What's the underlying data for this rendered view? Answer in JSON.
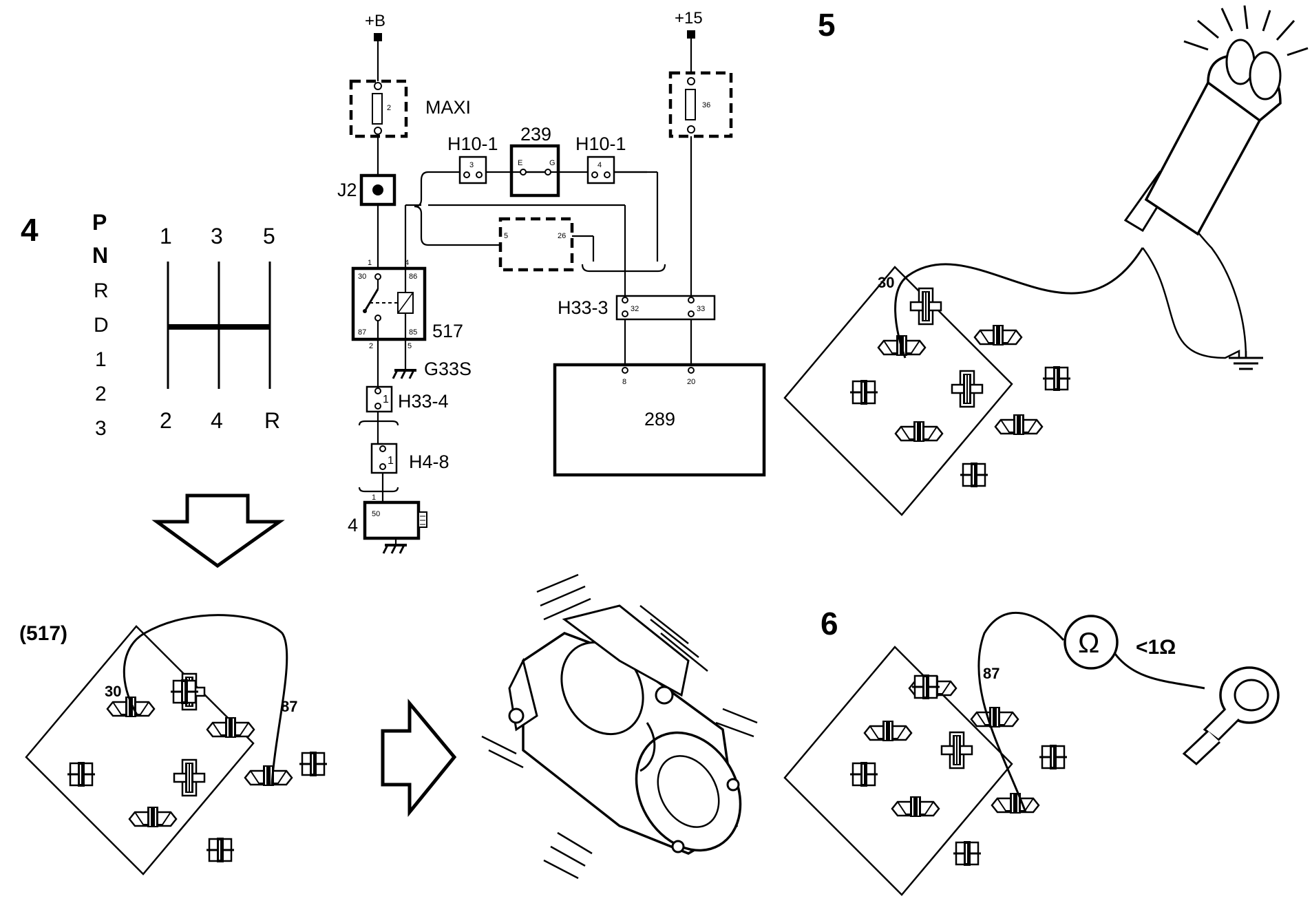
{
  "steps": {
    "four": "4",
    "five": "5",
    "six": "6"
  },
  "gear_selector": {
    "positions": [
      "P",
      "N",
      "R",
      "D",
      "1",
      "2",
      "3"
    ],
    "gate_top": [
      "1",
      "3",
      "5"
    ],
    "gate_bottom": [
      "2",
      "4",
      "R"
    ]
  },
  "schematic": {
    "supply_b": "+B",
    "supply_15": "+15",
    "fuse_maxi_pin": "2",
    "fuse_maxi_label": "MAXI",
    "fuse_36_pin": "36",
    "junction_j2": "J2",
    "relay_number": "517",
    "relay_pins": {
      "p1": "1",
      "p4": "4",
      "p30": "30",
      "p86": "86",
      "p87": "87",
      "p85": "85",
      "p2": "2",
      "p5": "5"
    },
    "ground_g33s": "G33S",
    "conn_h33_4": "H33-4",
    "conn_h33_4_pin": "1",
    "conn_h4_8": "H4-8",
    "conn_h4_8_pin": "1",
    "starter_label": "4",
    "starter_pin": "50",
    "starter_bottom_pin": "1",
    "conn_h10_1_left": "H10-1",
    "conn_h10_1_left_pin": "3",
    "switch_239": "239",
    "switch_239_pin_e": "E",
    "switch_239_pin_g": "G",
    "conn_h10_1_right": "H10-1",
    "conn_h10_1_right_pin": "4",
    "dashed_pin_5": "5",
    "dashed_pin_26": "26",
    "conn_h33_3": "H33-3",
    "conn_h33_3_pin_32": "32",
    "conn_h33_3_pin_33": "33",
    "ecu_label": "289",
    "ecu_pin_8": "8",
    "ecu_pin_20": "20"
  },
  "panels": {
    "relay_label": "(517)",
    "jumper_30": "30",
    "jumper_87": "87",
    "probe_30": "30",
    "ohm_87": "87",
    "ohm_symbol": "Ω",
    "ohm_value": "<1Ω"
  }
}
